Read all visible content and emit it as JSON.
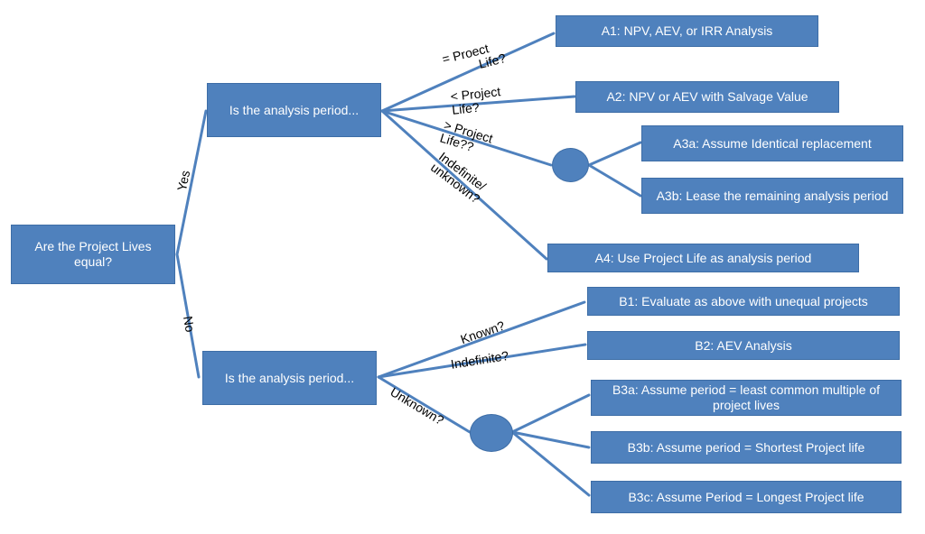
{
  "nodes": {
    "root": "Are the Project Lives equal?",
    "q_yes": "Is the analysis period...",
    "q_no": "Is the analysis period...",
    "a1": "A1: NPV, AEV, or IRR Analysis",
    "a2": "A2: NPV or AEV with Salvage Value",
    "a3a": "A3a: Assume Identical replacement",
    "a3b": "A3b: Lease the remaining analysis period",
    "a4": "A4: Use Project Life as analysis period",
    "b1": "B1: Evaluate as above with unequal projects",
    "b2": "B2: AEV Analysis",
    "b3a": "B3a: Assume period = least common multiple of project lives",
    "b3b": "B3b: Assume period = Shortest Project life",
    "b3c": "B3c: Assume Period = Longest Project life"
  },
  "edge_labels": {
    "yes": "Yes",
    "no": "No",
    "eq_1": "= Proect",
    "eq_2": "Life?",
    "lt_1": "< Project",
    "lt_2": "Life?",
    "gt_1": "> Project",
    "gt_2": "Life??",
    "ind_1": "Indefinite/",
    "ind_2": "unknown?",
    "known": "Known?",
    "indefinite": "Indefinite?",
    "unknown": "Unknown?"
  },
  "colors": {
    "box_fill": "#4f81bd",
    "box_border": "#3d6da6",
    "line": "#4f81bd"
  }
}
